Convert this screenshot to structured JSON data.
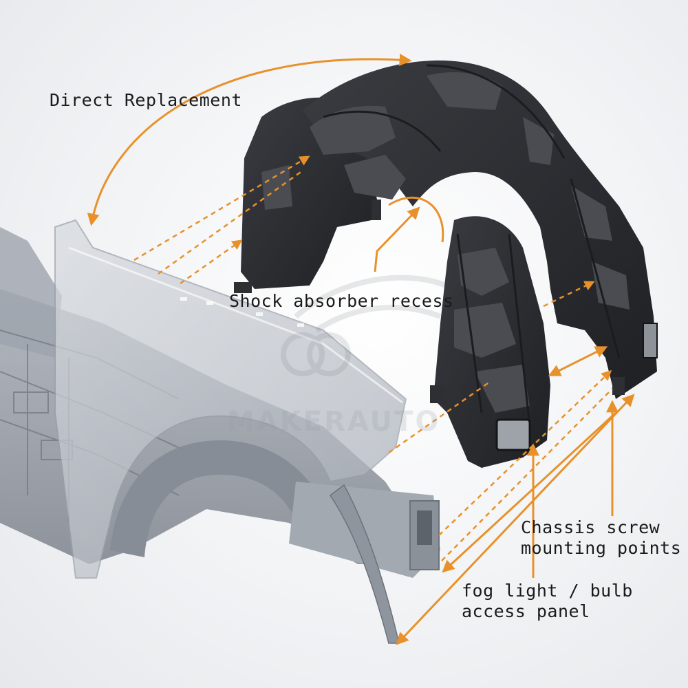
{
  "labels": {
    "direct_replacement": "Direct Replacement",
    "shock_absorber": "Shock absorber recess",
    "chassis_line1": "Chassis screw",
    "chassis_line2": "mounting points",
    "fog_line1": "fog light / bulb",
    "fog_line2": "access panel"
  },
  "watermark": "MAKERAUTO",
  "colors": {
    "arrow": "#e8912a",
    "liner": "#2b2d31",
    "liner_felt": "#47494e",
    "body_panel": "#b9bec6",
    "body_frame": "#8f959e",
    "text": "#1a1a1a"
  }
}
